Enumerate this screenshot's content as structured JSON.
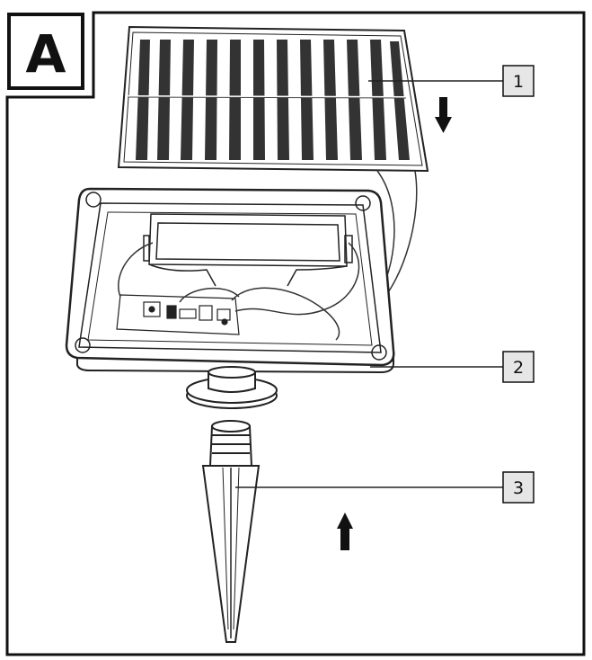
{
  "panel_letter": "A",
  "callouts": [
    {
      "number": "1"
    },
    {
      "number": "2"
    },
    {
      "number": "3"
    }
  ],
  "colors": {
    "line": "#222222",
    "frame": "#111111",
    "label_bg": "#e6e6e6"
  }
}
